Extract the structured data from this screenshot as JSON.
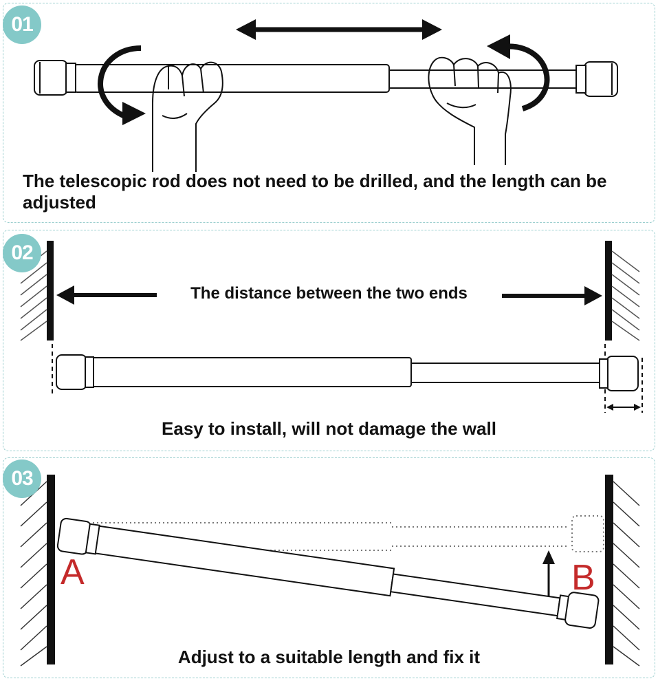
{
  "steps": [
    {
      "number": "01",
      "caption": "The telescopic rod does not need to be drilled, and the length can be adjusted"
    },
    {
      "number": "02",
      "label": "The distance between the two ends",
      "caption": "Easy to install, will not damage the wall"
    },
    {
      "number": "03",
      "point_a": "A",
      "point_b": "B",
      "caption": "Adjust to a suitable length and fix it"
    }
  ],
  "colors": {
    "badge": "#84c9c8",
    "panel_border": "#9ccfcf",
    "letters": "#c42a2a",
    "ink": "#111111"
  }
}
